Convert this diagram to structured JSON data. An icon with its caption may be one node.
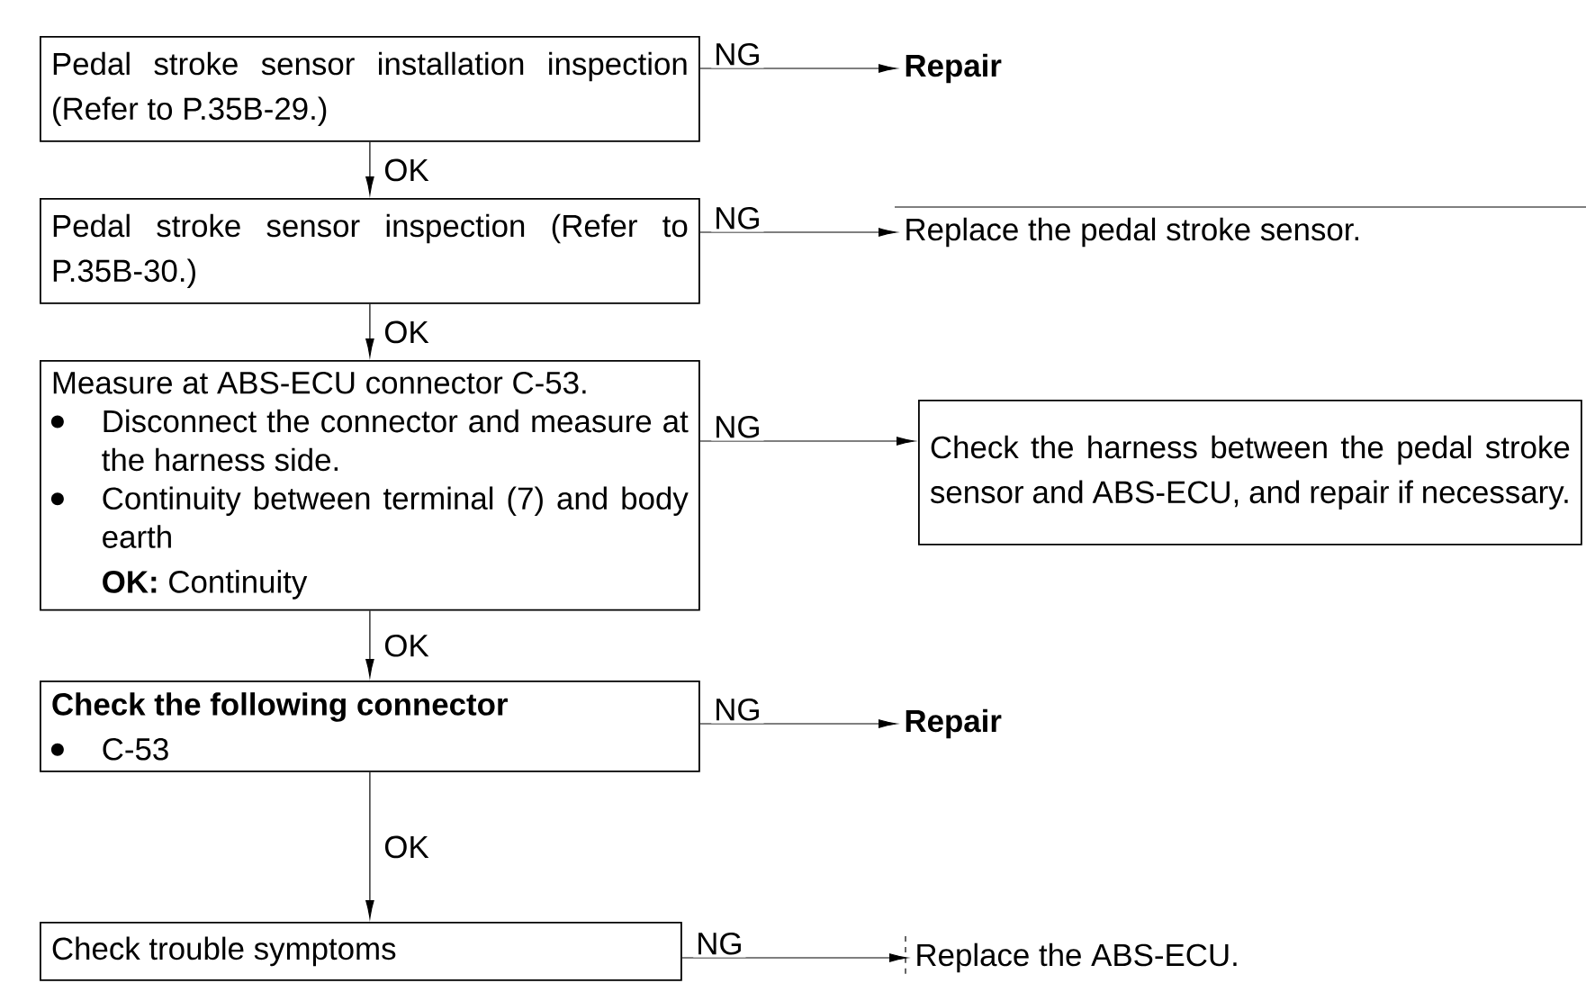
{
  "diagram": {
    "nodes": [
      {
        "text": [
          "Pedal stroke sensor installation inspection (Refer to P.35B-29.)"
        ]
      },
      {
        "text": [
          "Repair"
        ]
      },
      {
        "text": [
          "Pedal stroke sensor inspection (Refer to P.35B-30.)"
        ]
      },
      {
        "text": [
          "Replace the pedal stroke sensor."
        ]
      },
      {
        "text": [
          "Measure at ABS-ECU connector C-53.",
          "Disconnect the connector and measure at the harness side.",
          "Continuity between terminal (7) and body earth",
          "**OK:** Continuity"
        ]
      },
      {
        "text": [
          "Check the harness between the pedal stroke sensor and ABS-ECU, and repair if necessary."
        ]
      },
      {
        "text": [
          "Check the following connector",
          "C-53"
        ]
      },
      {
        "text": [
          "Repair"
        ]
      },
      {
        "text": [
          "Check trouble symptoms"
        ]
      },
      {
        "text": [
          "Replace the ABS-ECU."
        ]
      }
    ],
    "edges": [
      {
        "from": 0,
        "to": 1,
        "arrow": "to",
        "label": "NG"
      },
      {
        "from": 0,
        "to": 2,
        "arrow": "to",
        "label": "OK"
      },
      {
        "from": 2,
        "to": 3,
        "arrow": "to",
        "label": "NG"
      },
      {
        "from": 2,
        "to": 4,
        "arrow": "to",
        "label": "OK"
      },
      {
        "from": 4,
        "to": 5,
        "arrow": "to",
        "label": "NG"
      },
      {
        "from": 4,
        "to": 6,
        "arrow": "to",
        "label": "OK"
      },
      {
        "from": 6,
        "to": 7,
        "arrow": "to",
        "label": "NG"
      },
      {
        "from": 6,
        "to": 8,
        "arrow": "to",
        "label": "OK"
      },
      {
        "from": 8,
        "to": 9,
        "arrow": "to",
        "label": "NG"
      }
    ]
  }
}
